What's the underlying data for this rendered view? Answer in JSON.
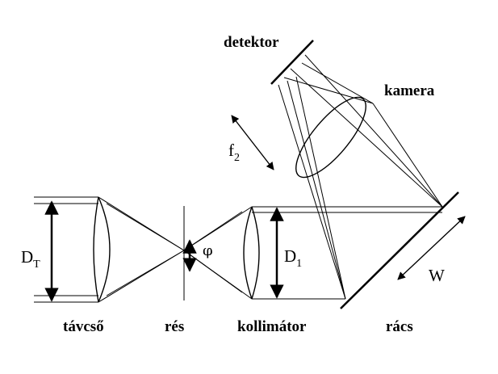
{
  "labels": {
    "telescope": "távcső",
    "slit": "rés",
    "collimator": "kollimátor",
    "grating": "rács",
    "detector": "detektor",
    "camera": "kamera"
  },
  "symbols": {
    "telescope_diameter": "D",
    "telescope_diameter_sub": "T",
    "collimator_diameter": "D",
    "collimator_diameter_sub": "1",
    "focal_length": "f",
    "focal_length_sub": "2",
    "angle": "φ",
    "grating_width": "W"
  }
}
